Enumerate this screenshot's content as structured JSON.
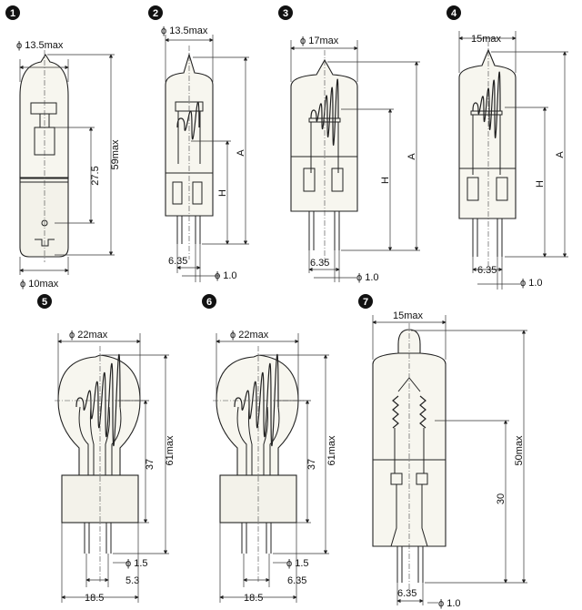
{
  "lamps": [
    {
      "number": "1",
      "labels": {
        "top_dia": "ϕ 13.5max",
        "height": "59max",
        "mid": "27.5",
        "base_dia": "ϕ 10max"
      }
    },
    {
      "number": "2",
      "labels": {
        "top_dia": "ϕ 13.5max",
        "A": "A",
        "H": "H",
        "pitch": "6.35",
        "pin_dia": "ϕ 1.0"
      }
    },
    {
      "number": "3",
      "labels": {
        "top_dia": "ϕ 17max",
        "A": "A",
        "H": "H",
        "pitch": "6.35",
        "pin_dia": "ϕ 1.0"
      }
    },
    {
      "number": "4",
      "labels": {
        "top_dia": "15max",
        "A": "A",
        "H": "H",
        "pitch": "6.35",
        "pin_dia": "ϕ 1.0"
      }
    },
    {
      "number": "5",
      "labels": {
        "top_dia": "ϕ 22max",
        "height": "61max",
        "mid": "37",
        "pin_dia": "ϕ 1.5",
        "pitch": "5.3",
        "base_w": "18.5"
      }
    },
    {
      "number": "6",
      "labels": {
        "top_dia": "ϕ 22max",
        "height": "61max",
        "mid": "37",
        "pin_dia": "ϕ 1.5",
        "pitch": "6.35",
        "base_w": "18.5"
      }
    },
    {
      "number": "7",
      "labels": {
        "top_dia": "15max",
        "height": "50max",
        "mid": "30",
        "pitch": "6.35",
        "pin_dia": "ϕ 1.0"
      }
    }
  ],
  "colors": {
    "line": "#222222",
    "glass": "#f7f6ef",
    "badge": "#111111"
  }
}
